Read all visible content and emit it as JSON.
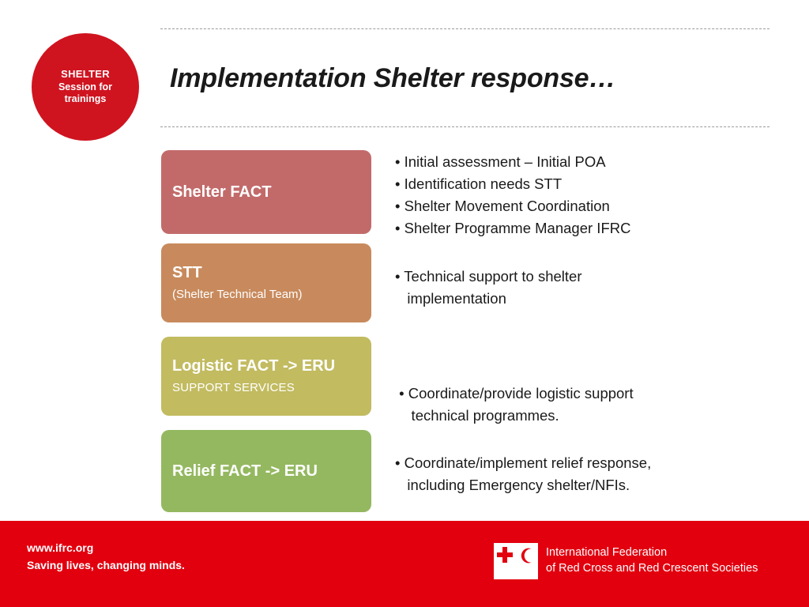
{
  "badge": {
    "line1": "SHELTER",
    "line2": "Session for",
    "line3": "trainings",
    "color": "#cf1420"
  },
  "title": "Implementation Shelter response…",
  "rows": [
    {
      "box_title": "Shelter FACT",
      "box_subtitle": "",
      "color": "#c26a6a",
      "bullets": [
        "• Initial assessment – Initial POA",
        "• Identification needs STT",
        "• Shelter Movement Coordination",
        "• Shelter Programme Manager IFRC"
      ]
    },
    {
      "box_title": "STT",
      "box_subtitle": "(Shelter Technical Team)",
      "color": "#c88a5c",
      "bullets": [
        "• Technical support to shelter",
        "   implementation"
      ]
    },
    {
      "box_title": "Logistic FACT -> ERU",
      "box_subtitle": "SUPPORT  SERVICES",
      "color": "#c2bb60",
      "bullets": [
        " • Coordinate/provide logistic support",
        "    technical programmes."
      ]
    },
    {
      "box_title": "Relief FACT -> ERU",
      "box_subtitle": "",
      "color": "#94b860",
      "bullets": [
        "• Coordinate/implement relief response,",
        "   including Emergency shelter/NFIs."
      ]
    }
  ],
  "footer": {
    "url": "www.ifrc.org",
    "slogan": "Saving lives, changing minds.",
    "org_line1": "International Federation",
    "org_line2": "of Red Cross and Red Crescent Societies",
    "background": "#e2000f"
  }
}
